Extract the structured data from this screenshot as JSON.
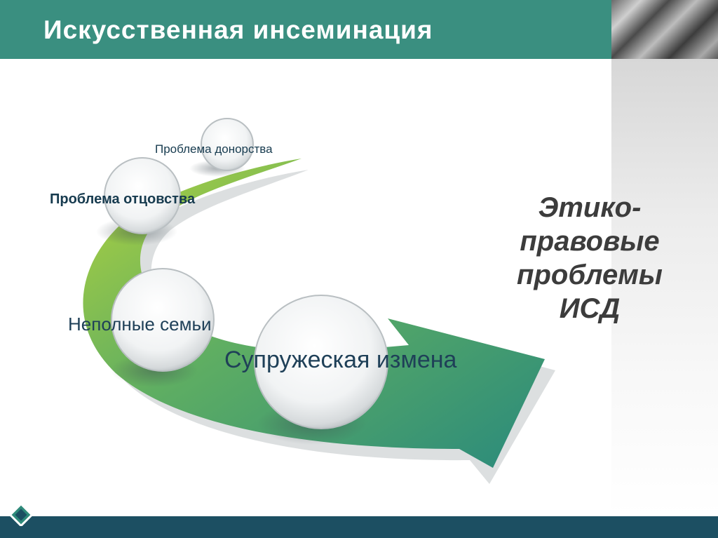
{
  "title": "Искусственная инсеминация",
  "side_heading": "Этико-правовые проблемы ИСД",
  "items": {
    "donor": "Проблема донорства",
    "paternity": "Проблема отцовства",
    "single_parent": "Неполные семьи",
    "adultery": "Супружеская измена"
  },
  "colors": {
    "header": "#3a8f80",
    "footer": "#1c4f62",
    "arrow_start": "#a8cc3c",
    "arrow_end": "#2d8f7e",
    "label_text": "#173b4f"
  },
  "icons": [
    "diamond-icon"
  ]
}
